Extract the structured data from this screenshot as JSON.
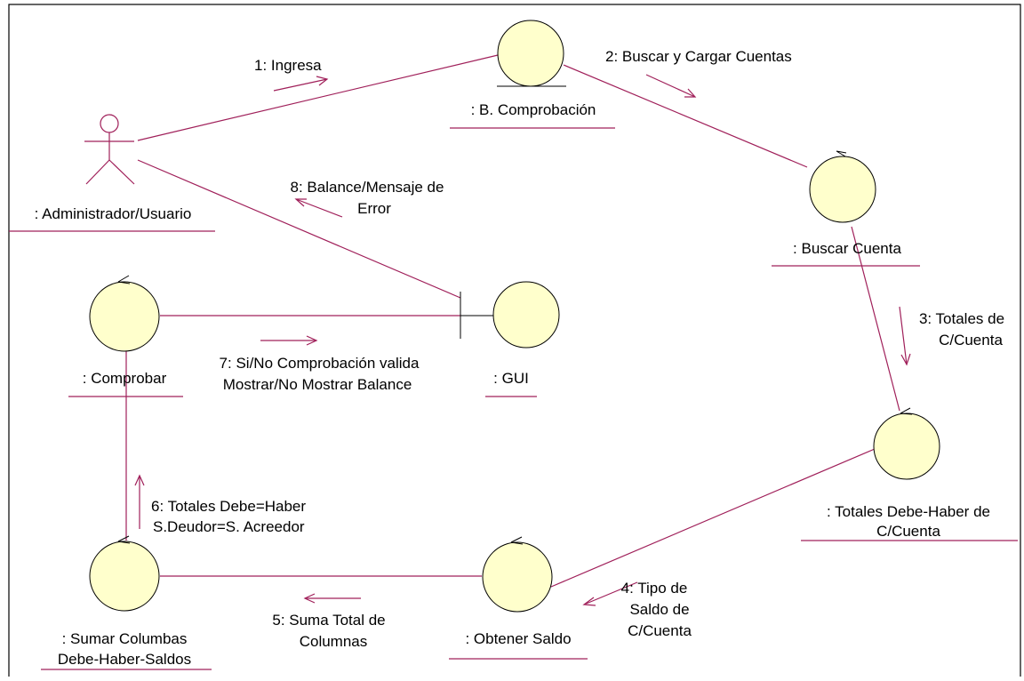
{
  "colors": {
    "link": "#a0205a",
    "object_fill": "#ffffcc",
    "object_stroke": "#000000",
    "border": "#000000",
    "text": "#000000"
  },
  "actor": {
    "name": ": Administrador/Usuario",
    "icon": "stick-figure-actor-icon"
  },
  "objects": {
    "b_comprobacion": {
      "name": ": B. Comprobación",
      "kind": "entity"
    },
    "buscar_cuenta": {
      "name": ": Buscar Cuenta",
      "kind": "control"
    },
    "gui": {
      "name": ": GUI",
      "kind": "boundary"
    },
    "comprobar": {
      "name": ": Comprobar",
      "kind": "control"
    },
    "totales": {
      "name_line1": ": Totales Debe-Haber de",
      "name_line2": "C/Cuenta",
      "kind": "control"
    },
    "obtener_saldo": {
      "name": ": Obtener Saldo",
      "kind": "control"
    },
    "sumar": {
      "name_line1": ": Sumar Columbas",
      "name_line2": "Debe-Haber-Saldos",
      "kind": "control"
    }
  },
  "messages": {
    "m1": {
      "line1": "1: Ingresa"
    },
    "m2": {
      "line1": "2: Buscar y Cargar Cuentas"
    },
    "m3": {
      "line1": "3: Totales de",
      "line2": "C/Cuenta"
    },
    "m4": {
      "line1": "4: Tipo de",
      "line2": "Saldo de",
      "line3": "C/Cuenta"
    },
    "m5": {
      "line1": "5: Suma Total de",
      "line2": "Columnas"
    },
    "m6": {
      "line1": "6: Totales Debe=Haber",
      "line2": "S.Deudor=S. Acreedor"
    },
    "m7": {
      "line1": "7: Si/No Comprobación valida",
      "line2": "Mostrar/No Mostrar Balance"
    },
    "m8": {
      "line1": "8: Balance/Mensaje de",
      "line2": "Error"
    }
  }
}
